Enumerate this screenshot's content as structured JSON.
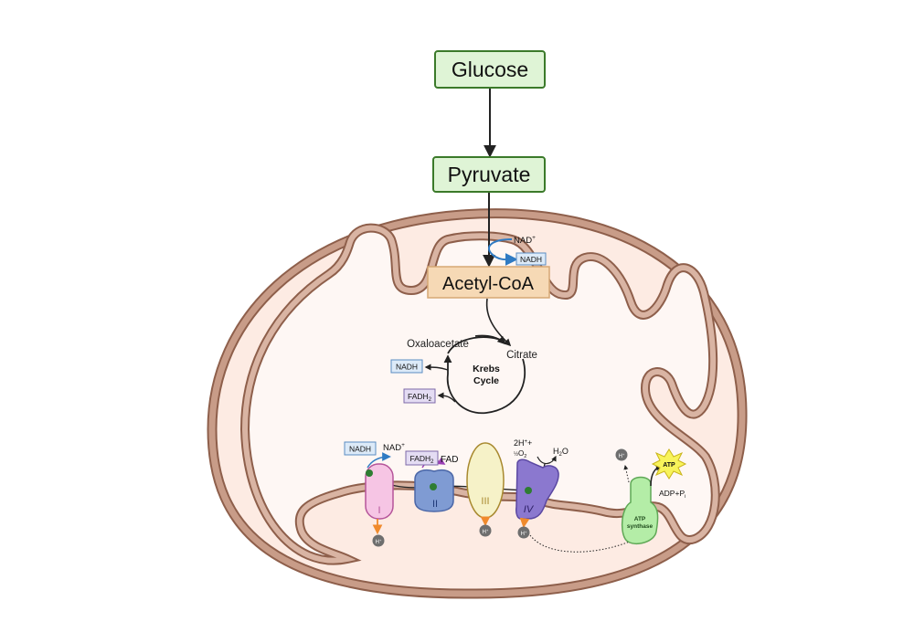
{
  "top_pathway": {
    "glucose_label": "Glucose",
    "pyruvate_label": "Pyruvate",
    "acetyl_coa_label": "Acetyl-CoA"
  },
  "link_reaction": {
    "nad_label": "NAD",
    "nad_superscript": "+",
    "nadh_label": "NADH"
  },
  "krebs_cycle": {
    "title_line1": "Krebs",
    "title_line2": "Cycle",
    "oxaloacetate_label": "Oxaloacetate",
    "citrate_label": "Citrate",
    "nadh_label": "NADH",
    "fadh2_label": "FADH",
    "fadh2_subscript": "2"
  },
  "electron_transport_chain": {
    "complex_i_label": "I",
    "complex_ii_label": "II",
    "complex_iii_label": "III",
    "complex_iv_label": "IV",
    "nadh_label": "NADH",
    "nad_label": "NAD",
    "nad_superscript": "+",
    "fadh2_label": "FADH",
    "fadh2_subscript": "2",
    "fad_label": "FAD",
    "oxygen_reactant_line1": "2H",
    "oxygen_reactant_line1_super": "+",
    "oxygen_reactant_plus": "+",
    "oxygen_reactant_half": "½",
    "oxygen_reactant_o": "O",
    "oxygen_reactant_o_sub": "2",
    "water_label_h": "H",
    "water_label_sub": "2",
    "water_label_o": "O",
    "proton_label": "H",
    "proton_superscript": "+"
  },
  "atp_synthase": {
    "label_line1": "ATP",
    "label_line2": "synthase",
    "atp_label": "ATP",
    "adp_label": "ADP+P",
    "adp_subscript": "i"
  },
  "colors": {
    "glucose_fill": "#dff4d6",
    "glucose_stroke": "#3b7a2a",
    "acetyl_fill": "#f6d9b5",
    "acetyl_stroke": "#d6a875",
    "outer_membrane": "#c89c88",
    "outer_membrane_stroke": "#8e5f4b",
    "matrix_fill": "#fef7f4",
    "intermembrane_fill": "#fdebe3",
    "nadh_box_fill": "#dceaf8",
    "nadh_box_stroke": "#5a8cc2",
    "fadh_box_fill": "#e4dcf3",
    "fadh_box_stroke": "#7d6aa8",
    "complex_i": "#f6c5e4",
    "complex_ii": "#7f9bd3",
    "complex_iii": "#f6f2c8",
    "complex_iv": "#8b78cf",
    "atp_synthase": "#b4eda7",
    "atp_burst": "#f8f35a",
    "proton_fill": "#6e6e6e",
    "arrow_orange": "#f08a2c",
    "arrow_blue": "#2f7bc3"
  }
}
